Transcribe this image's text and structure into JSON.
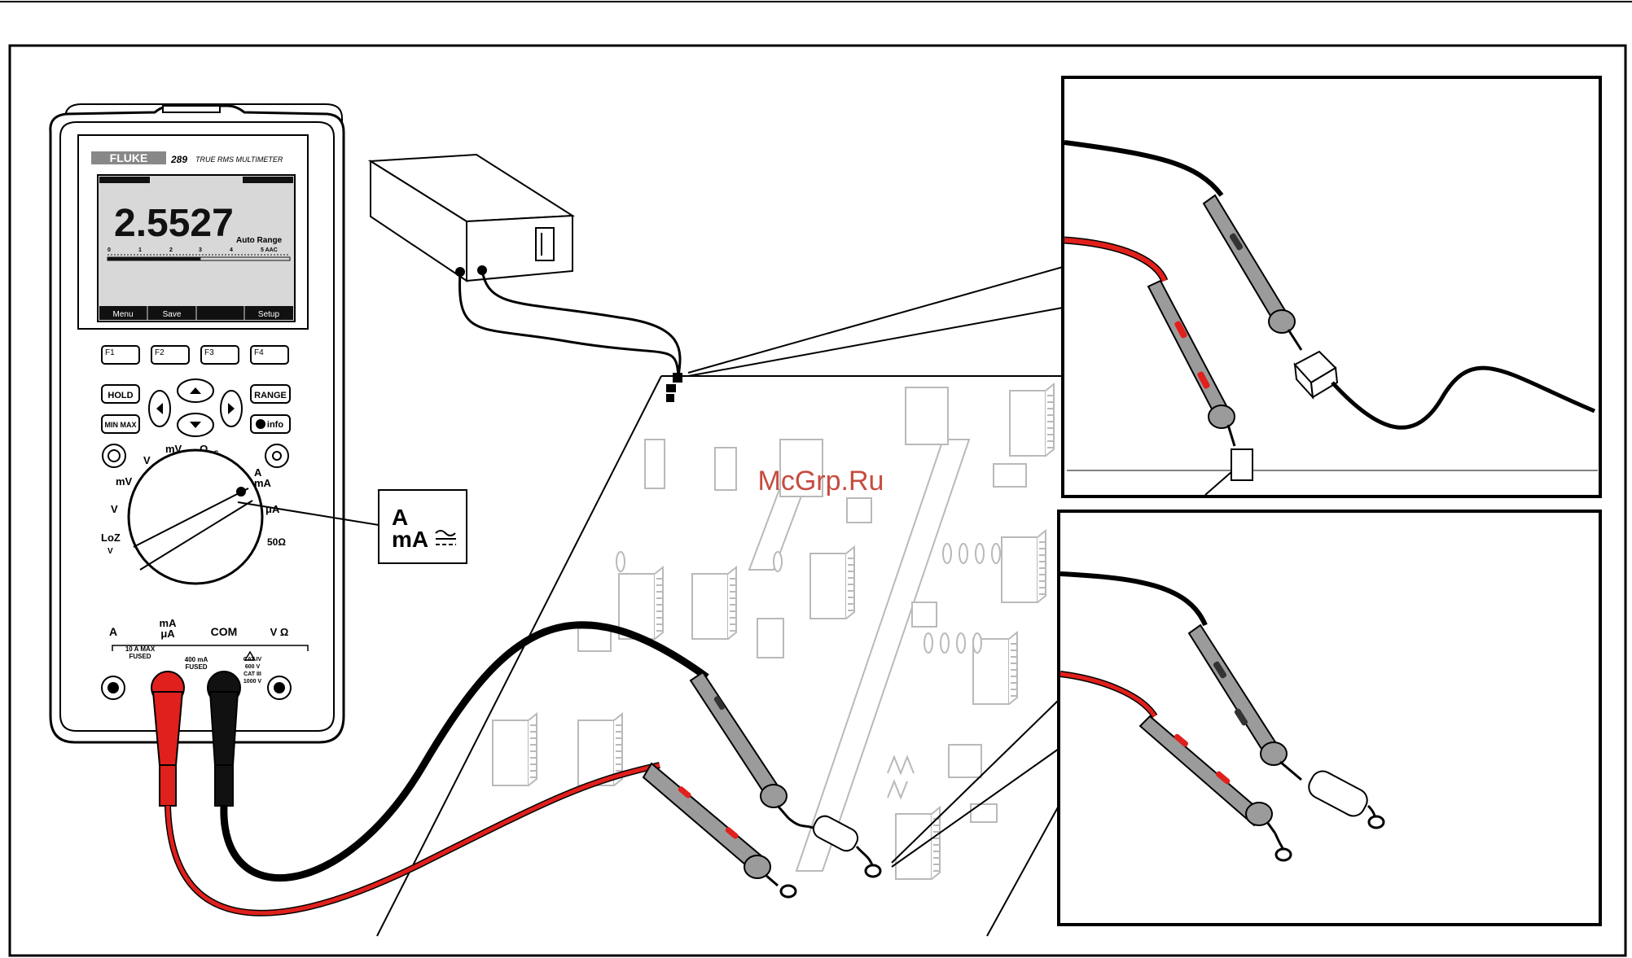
{
  "meter": {
    "brand": "FLUKE",
    "model": "289",
    "model_desc": "TRUE RMS MULTIMETER",
    "reading": "2.5527",
    "range_mode": "Auto Range",
    "unit_ind": "5 AAC",
    "scale_ticks": [
      "0",
      "1",
      "2",
      "3",
      "4",
      "5"
    ],
    "softkeys": [
      "Menu",
      "Save",
      "",
      "Setup"
    ],
    "fkeys": [
      "F1",
      "F2",
      "F3",
      "F4"
    ],
    "hold": "HOLD",
    "range": "RANGE",
    "minmax": "MIN MAX",
    "info": "info",
    "dial": {
      "vdc": "V",
      "mvdc": "mV",
      "ohm": "Ω",
      "ns": "nS",
      "mvac": "mV",
      "vac": "V",
      "loz": "LoZ",
      "loz_v": "V",
      "a": "A",
      "ma": "mA",
      "ua": "μA",
      "ohm50": "50Ω"
    },
    "callout": {
      "line1": "A",
      "line2": "mA"
    },
    "jacks": {
      "a": "A",
      "ma_top": "mA",
      "ma_bot": "μA",
      "com": "COM",
      "vohm": "V Ω",
      "fuse10": "10 A MAX",
      "fuse10b": "FUSED",
      "fuse400": "400 mA",
      "fuse400b": "FUSED",
      "cat1": "CAT IV",
      "cat1v": "600 V",
      "cat2": "CAT III",
      "cat2v": "1000 V"
    }
  },
  "watermark": "McGrp.Ru",
  "colors": {
    "red_lead": "#e0201c",
    "black_lead": "#111111",
    "probe_gray": "#9b9b9b",
    "board_line": "#b9b9b9",
    "screen_bg": "#d8d8d8",
    "watermark": "#c0392b"
  }
}
